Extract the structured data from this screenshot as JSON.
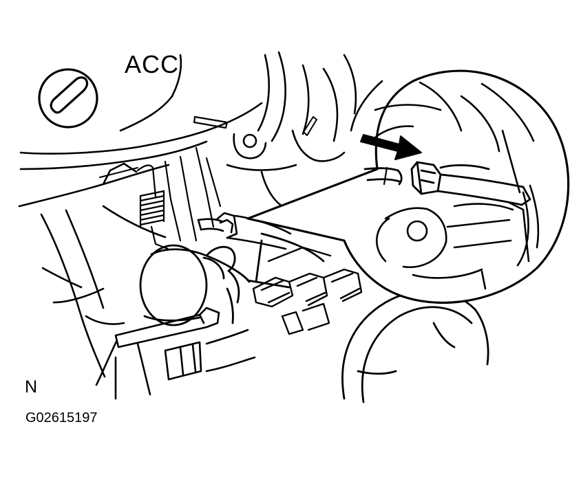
{
  "labels": {
    "key_position": "ACC",
    "side_marker": "N",
    "figure_code": "G02615197"
  },
  "colors": {
    "ink": "#000000",
    "paper": "#ffffff"
  },
  "icons": {
    "key_slot": "ignition-key-slot-icon",
    "arrow": "pull-direction-arrow-icon"
  }
}
